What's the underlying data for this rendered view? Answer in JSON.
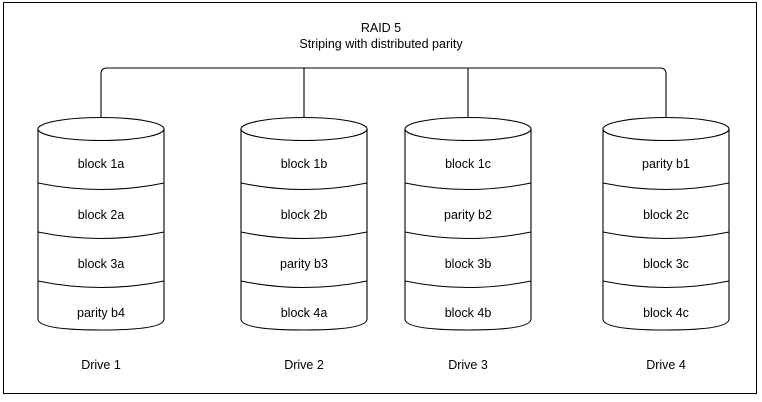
{
  "diagram": {
    "title": "RAID 5",
    "subtitle": "Striping with distributed parity",
    "stroke_color": "#000000",
    "fill_color": "#ffffff",
    "background": "#ffffff"
  },
  "drives": [
    {
      "label": "Drive 1",
      "blocks": [
        "block 1a",
        "block 2a",
        "block 3a",
        "parity b4"
      ]
    },
    {
      "label": "Drive 2",
      "blocks": [
        "block 1b",
        "block 2b",
        "parity b3",
        "block 4a"
      ]
    },
    {
      "label": "Drive 3",
      "blocks": [
        "block 1c",
        "parity b2",
        "block 3b",
        "block 4b"
      ]
    },
    {
      "label": "Drive 4",
      "blocks": [
        "parity b1",
        "block 2c",
        "block 3c",
        "block 4c"
      ]
    }
  ]
}
